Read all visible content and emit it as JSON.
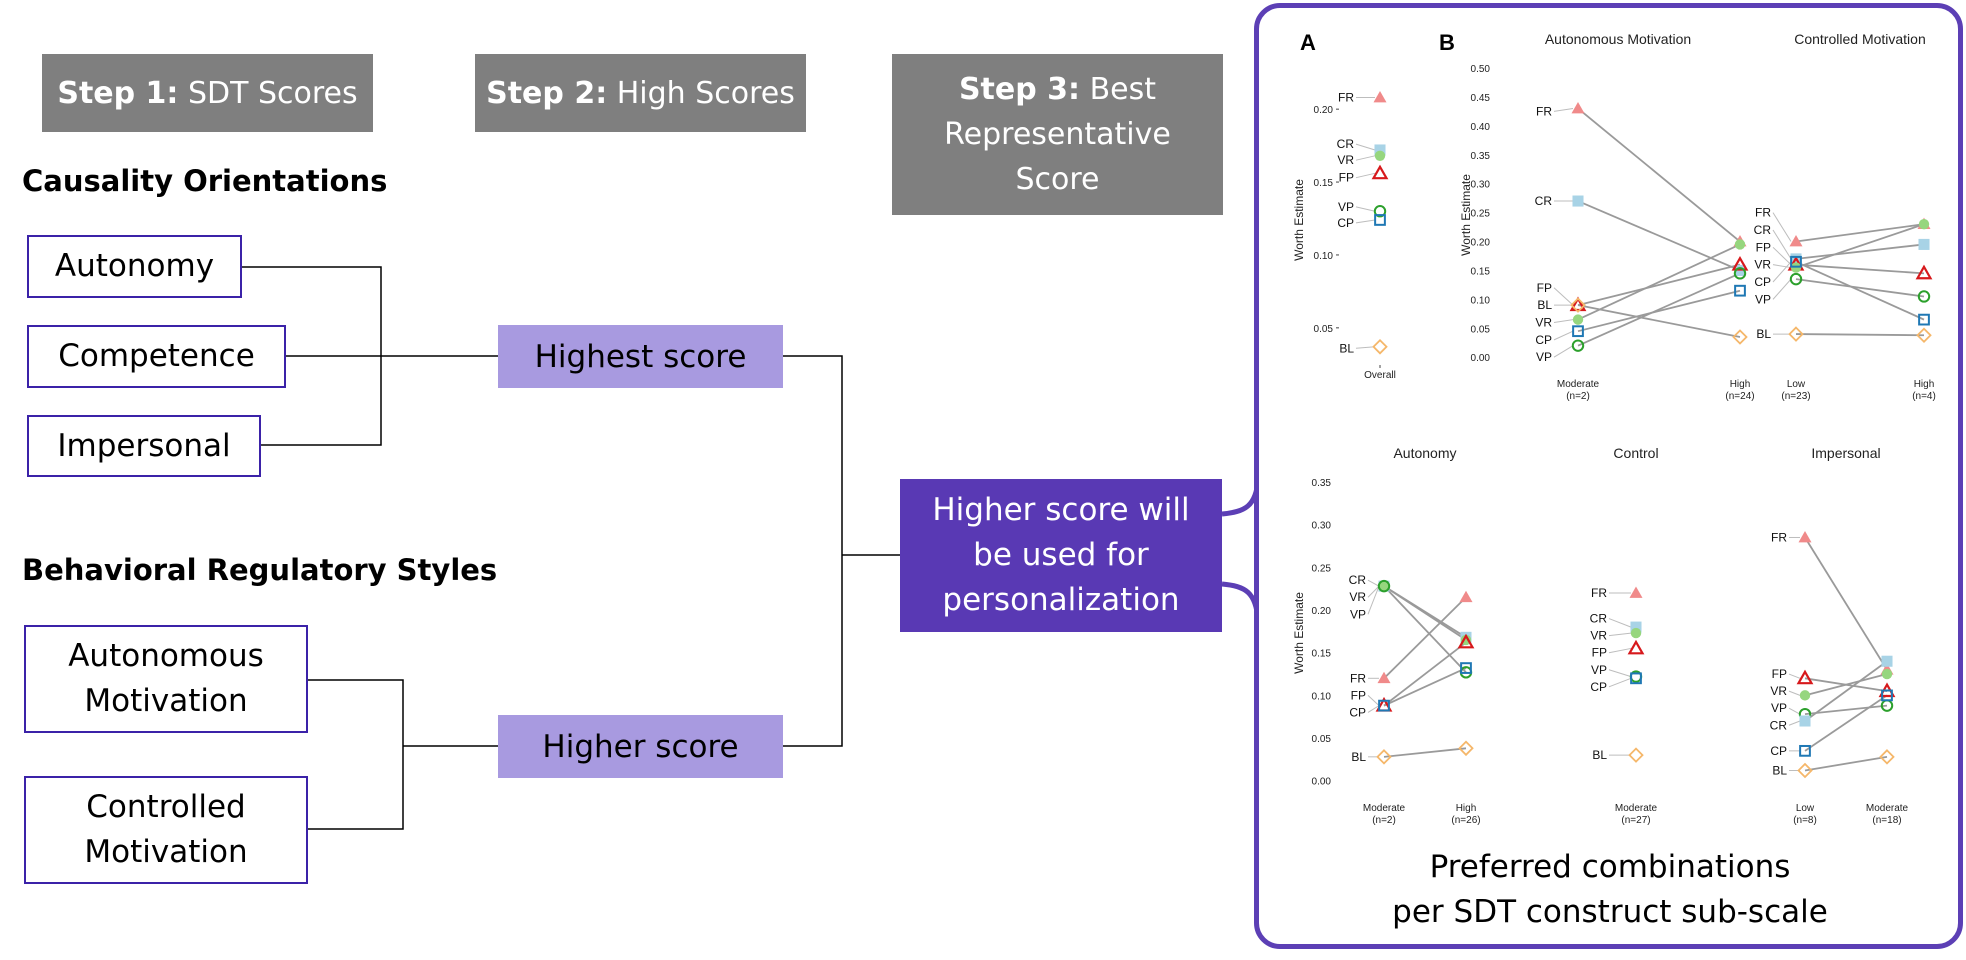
{
  "steps": {
    "step1_bold": "Step 1:",
    "step1_rest": "SDT Scores",
    "step2_bold": "Step 2:",
    "step2_rest": "High Scores",
    "step3_bold": "Step 3:",
    "step3_rest1": "Best",
    "step3_rest2": "Representative",
    "step3_rest3": "Score"
  },
  "causality": {
    "heading": "Causality Orientations",
    "items": [
      "Autonomy",
      "Competence",
      "Impersonal"
    ],
    "result": "Highest score"
  },
  "behavioral": {
    "heading": "Behavioral Regulatory Styles",
    "items": [
      [
        "Autonomous",
        "Motivation"
      ],
      [
        "Controlled",
        "Motivation"
      ]
    ],
    "result": "Higher score"
  },
  "final": [
    "Higher score will",
    "be used for",
    "personalization"
  ],
  "caption": [
    "Preferred combinations",
    "per SDT construct sub-scale"
  ],
  "colors": {
    "step_gray": "#7f7f7f",
    "score_lavender": "#a89ae0",
    "final_purple": "#5939b4",
    "border_purple": "#3b22a8",
    "FR": "#f08a8a",
    "CR": "#a8d3e6",
    "VR": "#96d67e",
    "FP": "#d7191c",
    "VP": "#2ca02c",
    "CP": "#1f78b4",
    "BL": "#f5b76a",
    "line": "#9a9a9a"
  },
  "markers": {
    "FR": "filled-triangle",
    "CR": "filled-square",
    "VR": "filled-circle",
    "FP": "open-triangle",
    "VP": "open-circle",
    "CP": "open-square",
    "BL": "open-diamond"
  },
  "chart_data": [
    {
      "panel_label": "A",
      "type": "scatter",
      "title": "",
      "ylabel": "Worth Estimate",
      "categories": [
        "Overall"
      ],
      "category_ns": [
        ""
      ],
      "yticks": [
        "0.05",
        "0.10",
        "0.15",
        "0.20"
      ],
      "ylim": [
        0.03,
        0.22
      ],
      "series": [
        {
          "name": "FR",
          "values": [
            0.208
          ]
        },
        {
          "name": "CR",
          "values": [
            0.172
          ]
        },
        {
          "name": "VR",
          "values": [
            0.168
          ]
        },
        {
          "name": "FP",
          "values": [
            0.156
          ]
        },
        {
          "name": "VP",
          "values": [
            0.13
          ]
        },
        {
          "name": "CP",
          "values": [
            0.124
          ]
        },
        {
          "name": "BL",
          "values": [
            0.037
          ]
        }
      ],
      "labels_left": [
        [
          "FR",
          0.208
        ],
        [
          "CR",
          0.176
        ],
        [
          "VR",
          0.165
        ],
        [
          "FP",
          0.153
        ],
        [
          "VP",
          0.133
        ],
        [
          "CP",
          0.122
        ],
        [
          "BL",
          0.036
        ]
      ]
    },
    {
      "panel_label": "B",
      "type": "line",
      "title": "Autonomous Motivation",
      "ylabel": "Worth Estimate",
      "categories": [
        "Moderate",
        "High"
      ],
      "category_ns": [
        "(n=2)",
        "(n=24)"
      ],
      "yticks": [
        "0.00",
        "0.05",
        "0.10",
        "0.15",
        "0.20",
        "0.25",
        "0.30",
        "0.35",
        "0.40",
        "0.45",
        "0.50"
      ],
      "ylim": [
        -0.01,
        0.5
      ],
      "series": [
        {
          "name": "FR",
          "values": [
            0.43,
            0.2
          ]
        },
        {
          "name": "CR",
          "values": [
            0.27,
            0.15
          ]
        },
        {
          "name": "FP",
          "values": [
            0.09,
            0.16
          ]
        },
        {
          "name": "BL",
          "values": [
            0.09,
            0.035
          ]
        },
        {
          "name": "VR",
          "values": [
            0.065,
            0.195
          ]
        },
        {
          "name": "CP",
          "values": [
            0.045,
            0.115
          ]
        },
        {
          "name": "VP",
          "values": [
            0.02,
            0.145
          ]
        }
      ],
      "labels_left": [
        [
          "FR",
          0.425
        ],
        [
          "CR",
          0.27
        ],
        [
          "FP",
          0.12
        ],
        [
          "BL",
          0.09
        ],
        [
          "VR",
          0.06
        ],
        [
          "CP",
          0.03
        ],
        [
          "VP",
          0.0
        ]
      ]
    },
    {
      "panel_label": "",
      "type": "line",
      "title": "Controlled Motivation",
      "ylabel": "",
      "categories": [
        "Low",
        "High"
      ],
      "category_ns": [
        "(n=23)",
        "(n=4)"
      ],
      "yticks": [],
      "ylim": [
        -0.01,
        0.5
      ],
      "series": [
        {
          "name": "FR",
          "values": [
            0.2,
            0.23
          ]
        },
        {
          "name": "CR",
          "values": [
            0.17,
            0.195
          ]
        },
        {
          "name": "FP",
          "values": [
            0.16,
            0.145
          ]
        },
        {
          "name": "VR",
          "values": [
            0.155,
            0.23
          ]
        },
        {
          "name": "CP",
          "values": [
            0.165,
            0.065
          ]
        },
        {
          "name": "VP",
          "values": [
            0.135,
            0.105
          ]
        },
        {
          "name": "BL",
          "values": [
            0.04,
            0.038
          ]
        }
      ],
      "labels_left": [
        [
          "FR",
          0.25
        ],
        [
          "CR",
          0.22
        ],
        [
          "FP",
          0.19
        ],
        [
          "VR",
          0.16
        ],
        [
          "CP",
          0.13
        ],
        [
          "VP",
          0.1
        ],
        [
          "BL",
          0.04
        ]
      ]
    },
    {
      "panel_label": "",
      "type": "line",
      "title": "Autonomy",
      "ylabel": "Worth Estimate",
      "categories": [
        "Moderate",
        "High"
      ],
      "category_ns": [
        "(n=2)",
        "(n=26)"
      ],
      "yticks": [
        "0.00",
        "0.05",
        "0.10",
        "0.15",
        "0.20",
        "0.25",
        "0.30",
        "0.35"
      ],
      "ylim": [
        -0.005,
        0.35
      ],
      "series": [
        {
          "name": "CR",
          "values": [
            0.228,
            0.168
          ]
        },
        {
          "name": "VR",
          "values": [
            0.228,
            0.165
          ]
        },
        {
          "name": "VP",
          "values": [
            0.228,
            0.127
          ]
        },
        {
          "name": "FR",
          "values": [
            0.12,
            0.215
          ]
        },
        {
          "name": "FP",
          "values": [
            0.088,
            0.162
          ]
        },
        {
          "name": "CP",
          "values": [
            0.088,
            0.132
          ]
        },
        {
          "name": "BL",
          "values": [
            0.028,
            0.038
          ]
        }
      ],
      "labels_left": [
        [
          "CR",
          0.235
        ],
        [
          "VR",
          0.215
        ],
        [
          "VP",
          0.195
        ],
        [
          "FR",
          0.12
        ],
        [
          "FP",
          0.1
        ],
        [
          "CP",
          0.08
        ],
        [
          "BL",
          0.028
        ]
      ]
    },
    {
      "panel_label": "",
      "type": "scatter",
      "title": "Control",
      "ylabel": "",
      "categories": [
        "Moderate"
      ],
      "category_ns": [
        "(n=27)"
      ],
      "yticks": [],
      "ylim": [
        -0.005,
        0.35
      ],
      "series": [
        {
          "name": "FR",
          "values": [
            0.22
          ]
        },
        {
          "name": "CR",
          "values": [
            0.18
          ]
        },
        {
          "name": "VR",
          "values": [
            0.173
          ]
        },
        {
          "name": "FP",
          "values": [
            0.155
          ]
        },
        {
          "name": "VP",
          "values": [
            0.122
          ]
        },
        {
          "name": "CP",
          "values": [
            0.12
          ]
        },
        {
          "name": "BL",
          "values": [
            0.03
          ]
        }
      ],
      "labels_left": [
        [
          "FR",
          0.22
        ],
        [
          "CR",
          0.19
        ],
        [
          "VR",
          0.17
        ],
        [
          "FP",
          0.15
        ],
        [
          "VP",
          0.13
        ],
        [
          "CP",
          0.11
        ],
        [
          "BL",
          0.03
        ]
      ]
    },
    {
      "panel_label": "",
      "type": "line",
      "title": "Impersonal",
      "ylabel": "",
      "categories": [
        "Low",
        "Moderate"
      ],
      "category_ns": [
        "(n=8)",
        "(n=18)"
      ],
      "yticks": [],
      "ylim": [
        -0.005,
        0.35
      ],
      "series": [
        {
          "name": "FR",
          "values": [
            0.285,
            0.13
          ]
        },
        {
          "name": "FP",
          "values": [
            0.12,
            0.105
          ]
        },
        {
          "name": "VR",
          "values": [
            0.1,
            0.125
          ]
        },
        {
          "name": "VP",
          "values": [
            0.078,
            0.088
          ]
        },
        {
          "name": "CR",
          "values": [
            0.07,
            0.14
          ]
        },
        {
          "name": "CP",
          "values": [
            0.035,
            0.1
          ]
        },
        {
          "name": "BL",
          "values": [
            0.012,
            0.028
          ]
        }
      ],
      "labels_left": [
        [
          "FR",
          0.285
        ],
        [
          "FP",
          0.125
        ],
        [
          "VR",
          0.105
        ],
        [
          "VP",
          0.085
        ],
        [
          "CR",
          0.065
        ],
        [
          "CP",
          0.035
        ],
        [
          "BL",
          0.012
        ]
      ]
    }
  ]
}
